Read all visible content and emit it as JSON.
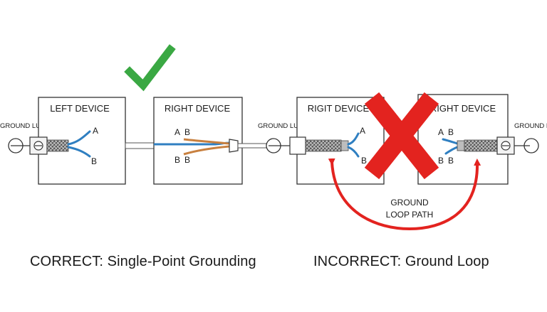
{
  "correct": {
    "left_device_title": "LEFT DEVICE",
    "right_device_title": "RIGHT DEVICE",
    "ground_lug_label": "GROUND LUG",
    "wire_a_left": "A",
    "wire_b_left": "B",
    "wire_a_right": "A",
    "wire_b_right_top": "B",
    "wire_b_right_bottom_1": "B",
    "wire_b_right_bottom_2": "B",
    "status_icon": "check-mark-icon",
    "caption": "CORRECT: Single-Point Grounding"
  },
  "incorrect": {
    "left_device_title": "RIGIT DEVICE",
    "right_device_title": "RIGHT DEVICE",
    "middle_ground_lug_label": "GROUND LUG",
    "right_ground_lug_label": "GROUND LUG",
    "wire_a_left": "A",
    "wire_b_left": "B",
    "wire_a_right": "A",
    "wire_b_right_top": "B",
    "wire_b_right_bottom_1": "B",
    "wire_b_right_bottom_2": "B",
    "loop_label_line1": "GROUND",
    "loop_label_line2": "LOOP PATH",
    "status_icon": "cross-mark-icon",
    "caption": "INCORRECT: Ground Loop"
  },
  "colors": {
    "check_green": "#3aa843",
    "cross_red": "#e3231f",
    "loop_arrow_red": "#e3231f",
    "wire_blue": "#2f7fc1",
    "wire_orange": "#c8803f",
    "box_stroke": "#333333"
  }
}
